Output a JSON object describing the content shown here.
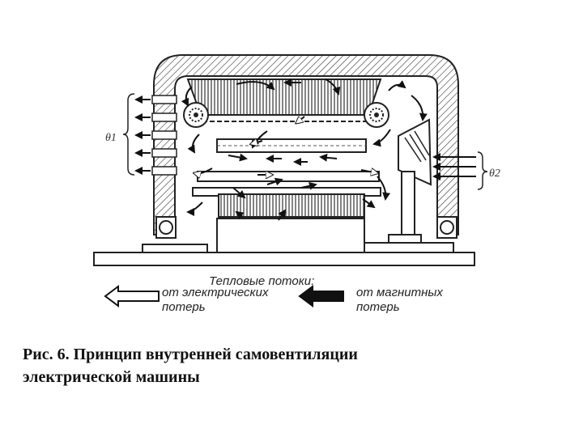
{
  "figure": {
    "labels": {
      "theta1": "θ1",
      "theta2": "θ2"
    },
    "legend": {
      "heading": "Тепловые потоки:",
      "left_line1": "от электрических",
      "left_line2": "потерь",
      "right_line1": "от магнитных",
      "right_line2": "потерь"
    }
  },
  "caption": {
    "line1": "Рис. 6. Принцип внутренней самовентиляции",
    "line2": "электрической машины"
  }
}
